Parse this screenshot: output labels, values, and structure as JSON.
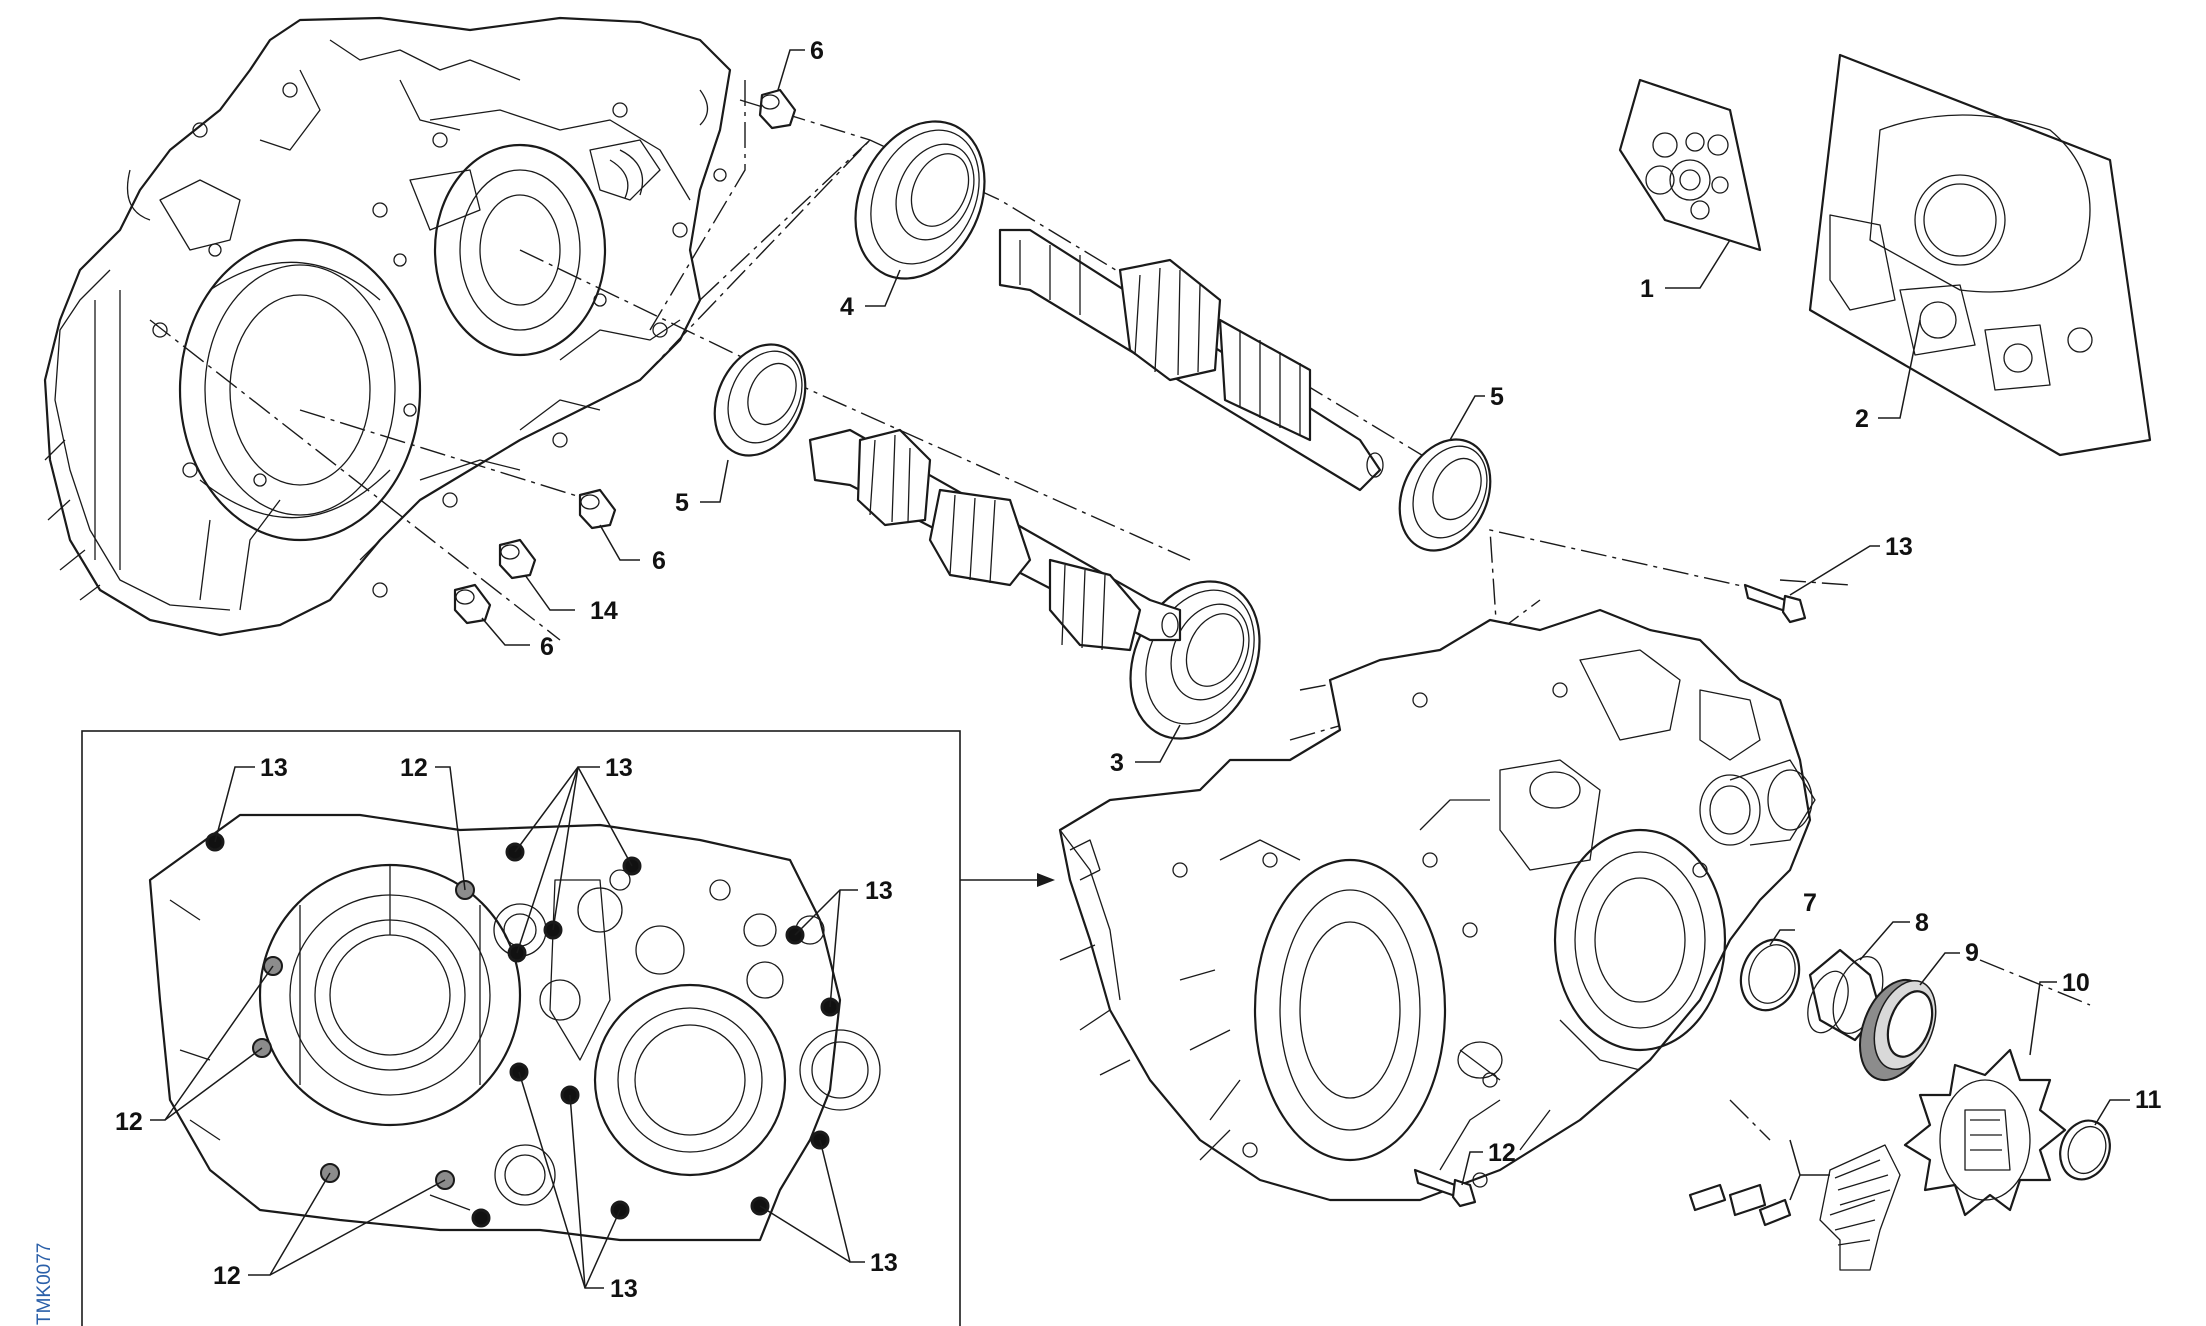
{
  "drawing_code": "TMK0077",
  "callouts": {
    "c1": "1",
    "c2": "2",
    "c3": "3",
    "c4": "4",
    "c5a": "5",
    "c5b": "5",
    "c6a": "6",
    "c6b": "6",
    "c6c": "6",
    "c7": "7",
    "c8": "8",
    "c9": "9",
    "c10": "10",
    "c11": "11",
    "c12": "12",
    "c13": "13",
    "c14": "14"
  },
  "inset_callouts": {
    "i13a": "13",
    "i12a": "12",
    "i13b": "13",
    "i13c": "13",
    "i12b": "12",
    "i12c": "12",
    "i13d": "13",
    "i13e": "13"
  },
  "colors": {
    "line": "#1a1a1a",
    "code_text": "#2a5fa8",
    "fastener_dot": "#111111",
    "seal_fill": "#8c8c8c"
  }
}
